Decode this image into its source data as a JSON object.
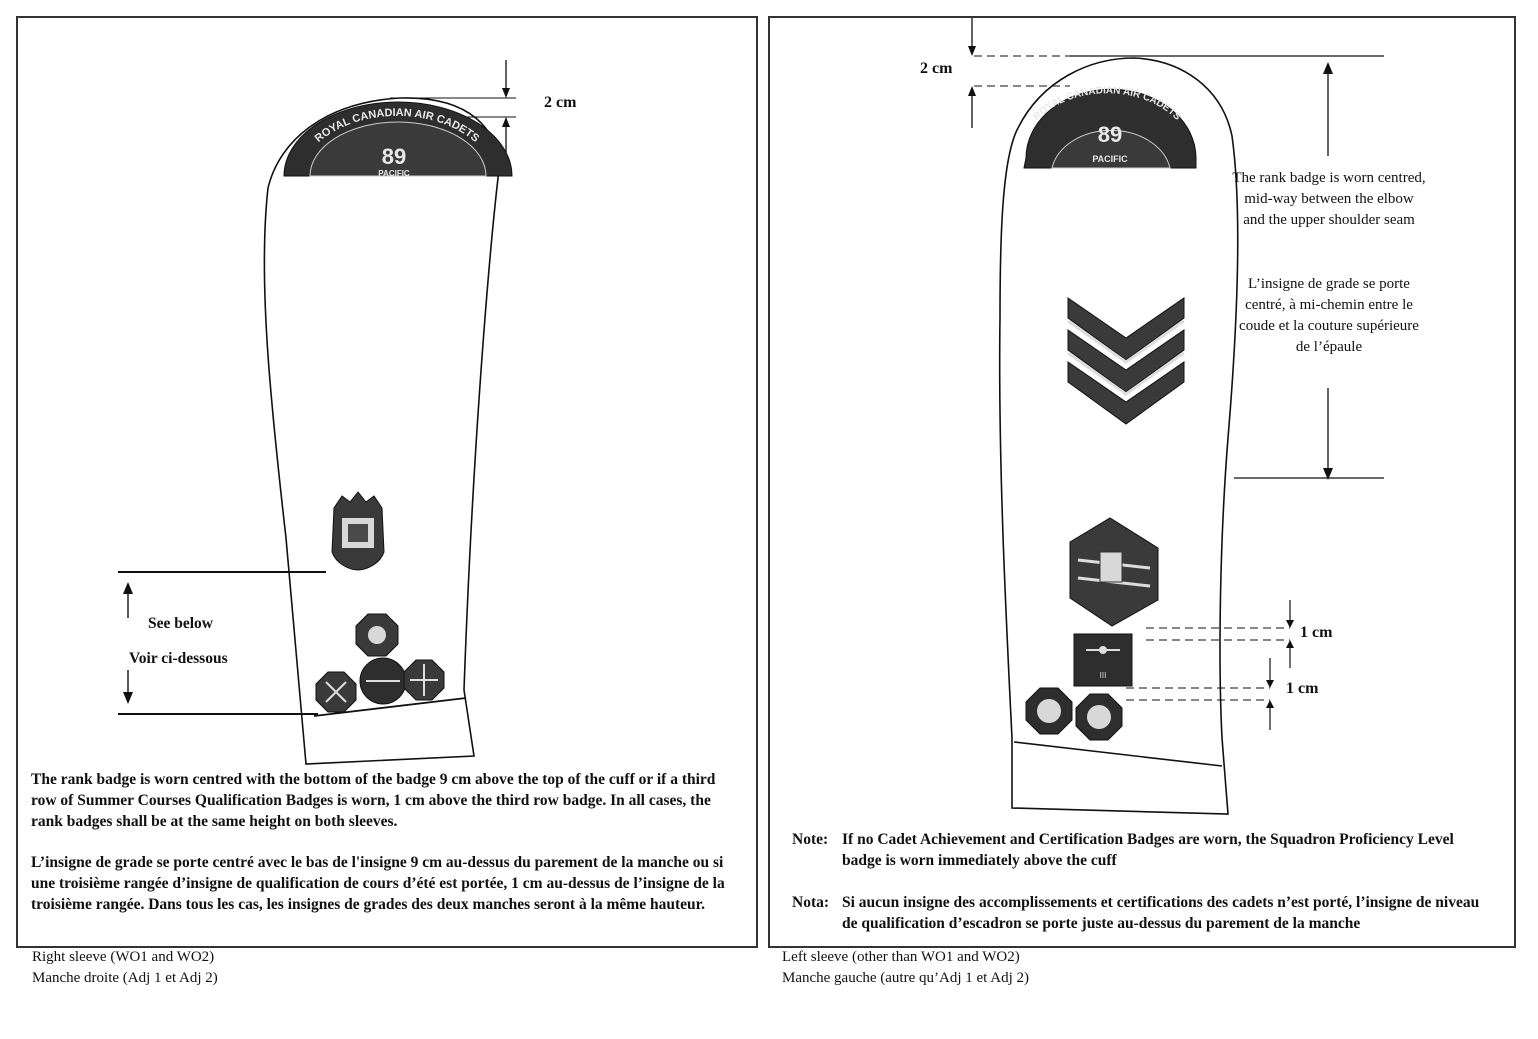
{
  "right_panel": {
    "top_offset_label": "2 cm",
    "see_below_en": "See below",
    "see_below_fr": "Voir ci-dessous",
    "badge_arc_text": "ROYAL CANADIAN AIR CADETS",
    "badge_number": "89",
    "badge_region": "PACIFIC",
    "paragraph_en": "The rank badge is worn centred with the bottom of the badge 9 cm above the top of the cuff or if a third row of Summer Courses Qualification Badges is worn, 1 cm above the third row badge.  In all cases, the rank badges shall be at the same height on both sleeves.",
    "paragraph_fr": "L’insigne de grade se porte centré avec le bas de l'insigne 9 cm au-dessus du parement de la manche ou si une troisième rangée d’insigne de qualification de cours d’été est portée, 1 cm au-dessus de l’insigne de la troisième rangée.  Dans tous les cas, les insignes de grades des deux manches seront à la même hauteur.",
    "caption_en": "Right sleeve (WO1 and WO2)",
    "caption_fr": "Manche droite (Adj 1 et Adj 2)"
  },
  "left_panel": {
    "top_offset_label": "2 cm",
    "spacing_label_1": "1 cm",
    "spacing_label_2": "1 cm",
    "badge_arc_text": "ROYAL CANADIAN AIR CADETS",
    "badge_number": "89",
    "badge_region": "PACIFIC",
    "level_badge_text": "III",
    "instruction_en": "The rank badge is worn centred, mid-way between the elbow and the upper shoulder seam",
    "instruction_fr": "L’insigne de grade se porte centré, à mi-chemin entre le coude et la couture supérieure de l’épaule",
    "note_en_label": "Note:",
    "note_en_text": "If no Cadet Achievement and Certification Badges are worn, the Squadron Proficiency Level badge is worn immediately above the cuff",
    "note_fr_label": "Nota:",
    "note_fr_text": "Si aucun insigne des accomplissements et certifications des cadets n’est porté, l’insigne de niveau de qualification d’escadron se porte juste au-dessus du parement de la manche",
    "caption_en": "Left sleeve (other than WO1 and WO2)",
    "caption_fr": "Manche gauche (autre qu’Adj 1 et Adj 2)"
  },
  "colors": {
    "badge_dark": "#2e2e2e",
    "badge_light": "#d8d8d8",
    "line": "#111111"
  }
}
